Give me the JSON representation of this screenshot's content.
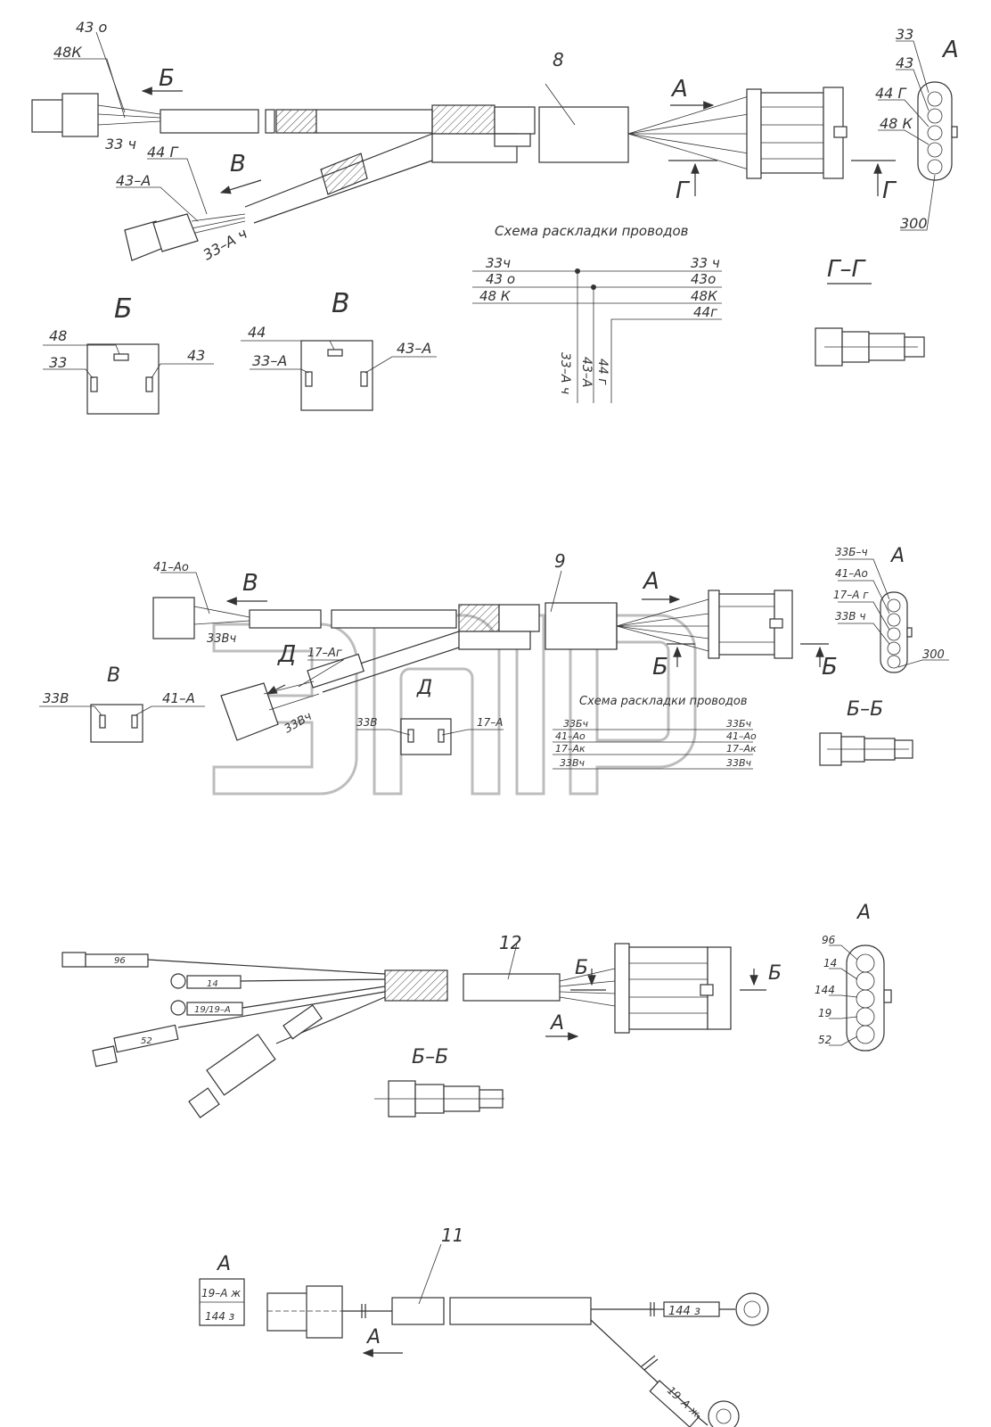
{
  "harness_8": {
    "number": "8",
    "left_wires": {
      "w43o": "43 о",
      "w48k": "48К",
      "w33ch": "33 ч"
    },
    "branch_wires": {
      "w44g": "44 Г",
      "w43a": "43–А",
      "w33ach": "33–А ч"
    },
    "view_b": "Б",
    "view_v": "В",
    "view_a": "А",
    "cut_g": "Г",
    "connector_a_pins": [
      "33",
      "43",
      "44 Г",
      "48 К"
    ],
    "connector_a_ref": "300",
    "scheme_title": "Схема раскладки проводов",
    "scheme_rows": [
      {
        "left": "33ч",
        "right": "33 ч"
      },
      {
        "left": "43 о",
        "right": "43о"
      },
      {
        "left": "48 К",
        "right": "48К"
      },
      {
        "left": "",
        "right": "44г"
      }
    ],
    "scheme_vertical": [
      "33–А ч",
      "43–А",
      "44 г"
    ],
    "section_title": "Г–Г",
    "view_b_detail": {
      "title": "Б",
      "top": "48",
      "left": "33",
      "right": "43"
    },
    "view_v_detail": {
      "title": "В",
      "top": "44",
      "left": "33–А",
      "right": "43–А"
    }
  },
  "harness_9": {
    "number": "9",
    "wire_41ao": "41–Ао",
    "wire_33vch": "33Вч",
    "wire_17ag": "17–Аг",
    "wire_33vch_2": "33Вч",
    "view_v": "В",
    "view_a": "А",
    "view_d": "Д",
    "cut_b": "Б",
    "connector_a_pins": [
      "33Б–ч",
      "41–Ао",
      "17–А г",
      "33В ч"
    ],
    "connector_a_ref": "300",
    "scheme_title": "Схема раскладки проводов",
    "scheme_rows": [
      {
        "left": "33Бч",
        "right": "33Бч"
      },
      {
        "left": "41–Ао",
        "right": "41–Ао"
      },
      {
        "left": "17–Ак",
        "right": "17–Ак"
      },
      {
        "left": "33Вч",
        "right": "33Вч"
      }
    ],
    "section_title": "Б–Б",
    "view_v_detail": {
      "title": "В",
      "left": "33В",
      "right": "41–А"
    },
    "view_d_detail": {
      "title": "Д",
      "left": "33В",
      "right": "17–А"
    }
  },
  "harness_12": {
    "number": "12",
    "wires": [
      "96",
      "14",
      "19/19–А",
      "52"
    ],
    "view_a": "А",
    "cut_b": "Б",
    "connector_a_title": "А",
    "connector_a_pins": [
      "96",
      "14",
      "144",
      "19",
      "52"
    ],
    "section_title": "Б–Б"
  },
  "harness_11": {
    "number": "11",
    "view_a": "А",
    "view_a_detail": {
      "title": "А",
      "row1": "19–А ж",
      "row2": "144 з"
    },
    "ring_1": "144 з",
    "ring_2": "19–А ж"
  }
}
